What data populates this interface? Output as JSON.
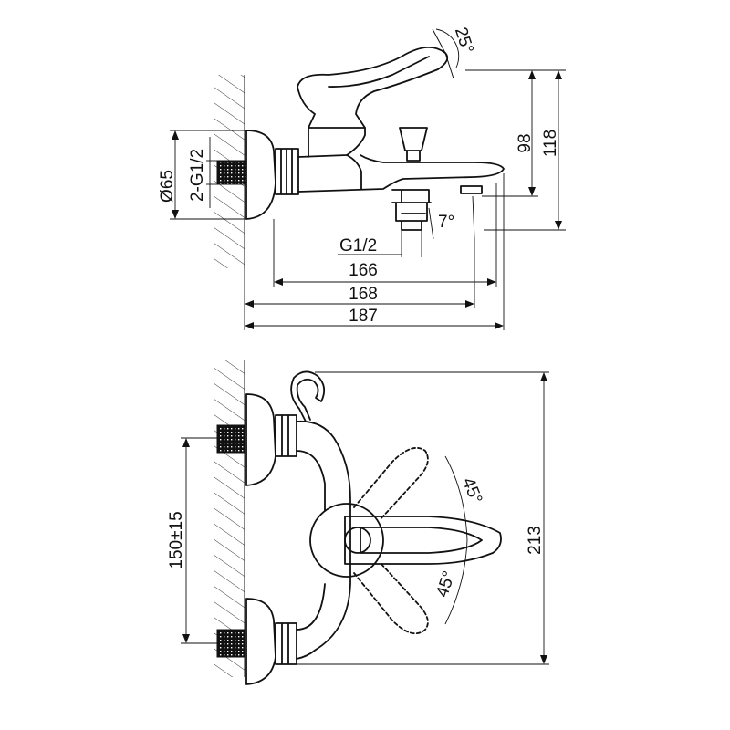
{
  "side_view": {
    "labels": {
      "handle_angle": "25°",
      "height_98": "98",
      "height_118": "118",
      "flange_diameter": "Ø65",
      "inlet_thread": "2-G1/2",
      "spout_angle": "7°",
      "outlet_thread": "G1/2",
      "length_166": "166",
      "length_168": "168",
      "length_187": "187"
    }
  },
  "top_view": {
    "labels": {
      "centers": "150±15",
      "height_213": "213",
      "handle_angle_up": "45°",
      "handle_angle_down": "45°"
    }
  },
  "colors": {
    "line": "#111111",
    "background": "#ffffff"
  }
}
